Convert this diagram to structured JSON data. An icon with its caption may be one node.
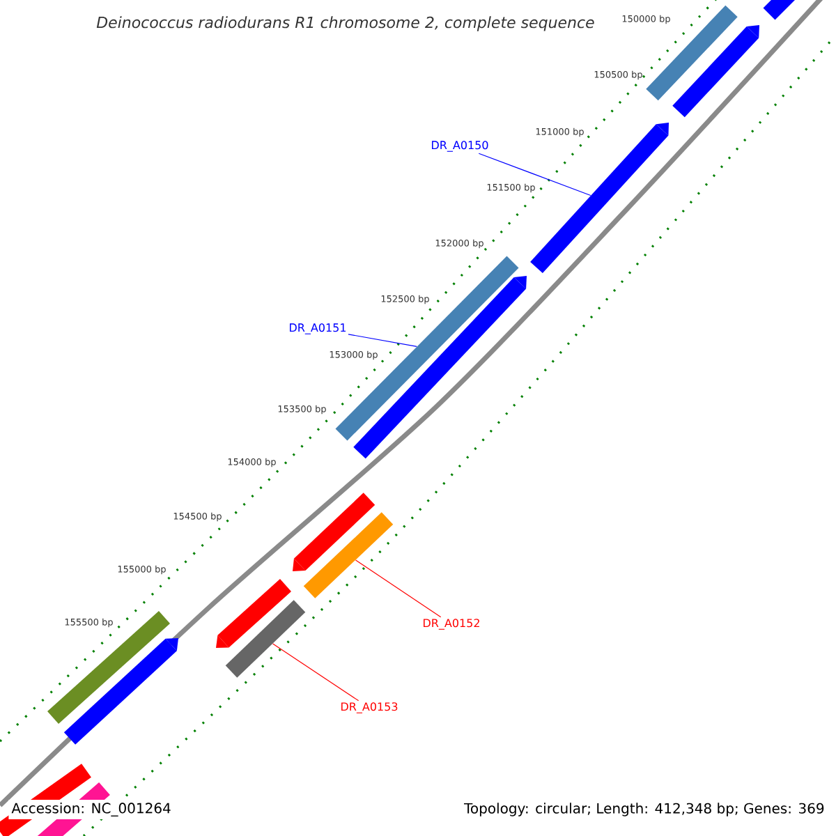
{
  "diagram": {
    "title": "Deinococcus radiodurans R1 chromosome 2, complete sequence",
    "nodes": [
      {
        "text": [
          "DR_A0150"
        ]
      },
      {
        "text": [
          "DR_A0151"
        ]
      },
      {
        "text": [
          "DR_A0152"
        ]
      },
      {
        "text": [
          "DR_A0153"
        ]
      },
      {
        "text": [],
        "shape": "bar"
      },
      {
        "text": [],
        "shape": "bar"
      },
      {
        "text": [],
        "shape": "bar"
      },
      {
        "text": [],
        "shape": "bar"
      },
      {
        "text": [],
        "shape": "bar"
      },
      {
        "text": [],
        "shape": "bar"
      },
      {
        "text": [],
        "shape": "bar"
      },
      {
        "text": [],
        "shape": "bar"
      },
      {
        "text": [],
        "shape": "bar"
      },
      {
        "text": [],
        "shape": "bar"
      },
      {
        "text": [],
        "shape": "bar"
      },
      {
        "text": [],
        "shape": "bar"
      },
      {
        "text": [],
        "shape": "bar"
      },
      {
        "text": [],
        "shape": "bar"
      }
    ],
    "edges": [
      {
        "from": 0,
        "to": 4,
        "arrow": "none",
        "color": "#0000ff"
      },
      {
        "from": 1,
        "to": 5,
        "arrow": "none",
        "color": "#0000ff"
      },
      {
        "from": 2,
        "to": 6,
        "arrow": "none",
        "color": "#ff0000"
      },
      {
        "from": 3,
        "to": 7,
        "arrow": "none",
        "color": "#ff0000"
      }
    ],
    "labels": [
      "150000 bp",
      "150500 bp",
      "151000 bp",
      "151500 bp",
      "152000 bp",
      "152500 bp",
      "153000 bp",
      "153500 bp",
      "154000 bp",
      "154500 bp",
      "155000 bp",
      "155500 bp",
      "Accession: NC_001264",
      "Topology: circular; Length: 412,348 bp; Genes: 369"
    ]
  }
}
